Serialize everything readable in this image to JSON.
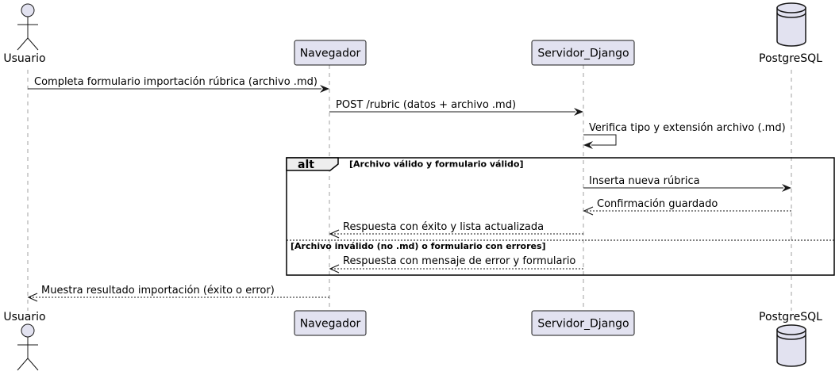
{
  "participants": {
    "usuario": {
      "label": "Usuario",
      "kind": "actor-icon"
    },
    "navegador": {
      "label": "Navegador",
      "kind": "box"
    },
    "servidor": {
      "label": "Servidor_Django",
      "kind": "box"
    },
    "postgres": {
      "label": "PostgreSQL",
      "kind": "database-icon"
    }
  },
  "messages": [
    {
      "from": "usuario",
      "to": "navegador",
      "text": "Completa formulario importación rúbrica (archivo .md)",
      "style": "solid"
    },
    {
      "from": "navegador",
      "to": "servidor",
      "text": "POST /rubric (datos + archivo .md)",
      "style": "solid"
    },
    {
      "from": "servidor",
      "to": "servidor",
      "text": "Verifica tipo y extensión archivo (.md)",
      "style": "solid"
    },
    {
      "from": "servidor",
      "to": "postgres",
      "text": "Inserta nueva rúbrica",
      "style": "solid"
    },
    {
      "from": "postgres",
      "to": "servidor",
      "text": "Confirmación guardado",
      "style": "dashed"
    },
    {
      "from": "servidor",
      "to": "navegador",
      "text": "Respuesta con éxito y lista actualizada",
      "style": "dashed"
    },
    {
      "from": "servidor",
      "to": "navegador",
      "text": "Respuesta con mensaje de error y formulario",
      "style": "dashed"
    },
    {
      "from": "navegador",
      "to": "usuario",
      "text": "Muestra resultado importación (éxito o error)",
      "style": "dashed"
    }
  ],
  "alt": {
    "label": "alt",
    "guard1": "[Archivo válido y formulario válido]",
    "guard2": "[Archivo inválido (no .md) o formulario con errores]"
  },
  "colors": {
    "participant_fill": "#e2e2f0",
    "border": "#181818",
    "lifeline": "#a0a0a0",
    "alt_tab": "#eeeeee"
  }
}
